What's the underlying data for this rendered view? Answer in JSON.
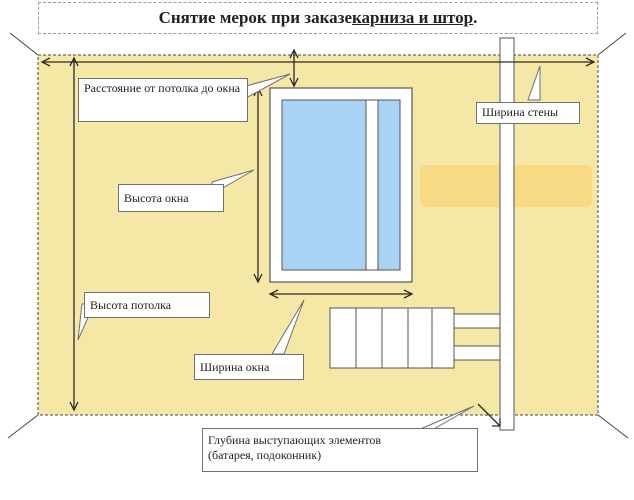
{
  "title": {
    "prefix": "Снятие мерок при заказе ",
    "underlined": "карниза и штор",
    "suffix": "."
  },
  "labels": {
    "ceiling_to_window": "Расстояние от потолка до окна",
    "wall_width": "Ширина стены",
    "window_height": "Высота окна",
    "ceiling_height": "Высота потолка",
    "window_width": "Ширина окна",
    "protrusion_depth_line1": "Глубина выступающих элементов",
    "protrusion_depth_line2": "(батарея, подоконник)"
  },
  "colors": {
    "wall": "#f5e7a6",
    "wall_patch": "#f8d77e",
    "glass": "#a9d3f4",
    "frame": "#ffffff",
    "line": "#2a2a2a"
  }
}
